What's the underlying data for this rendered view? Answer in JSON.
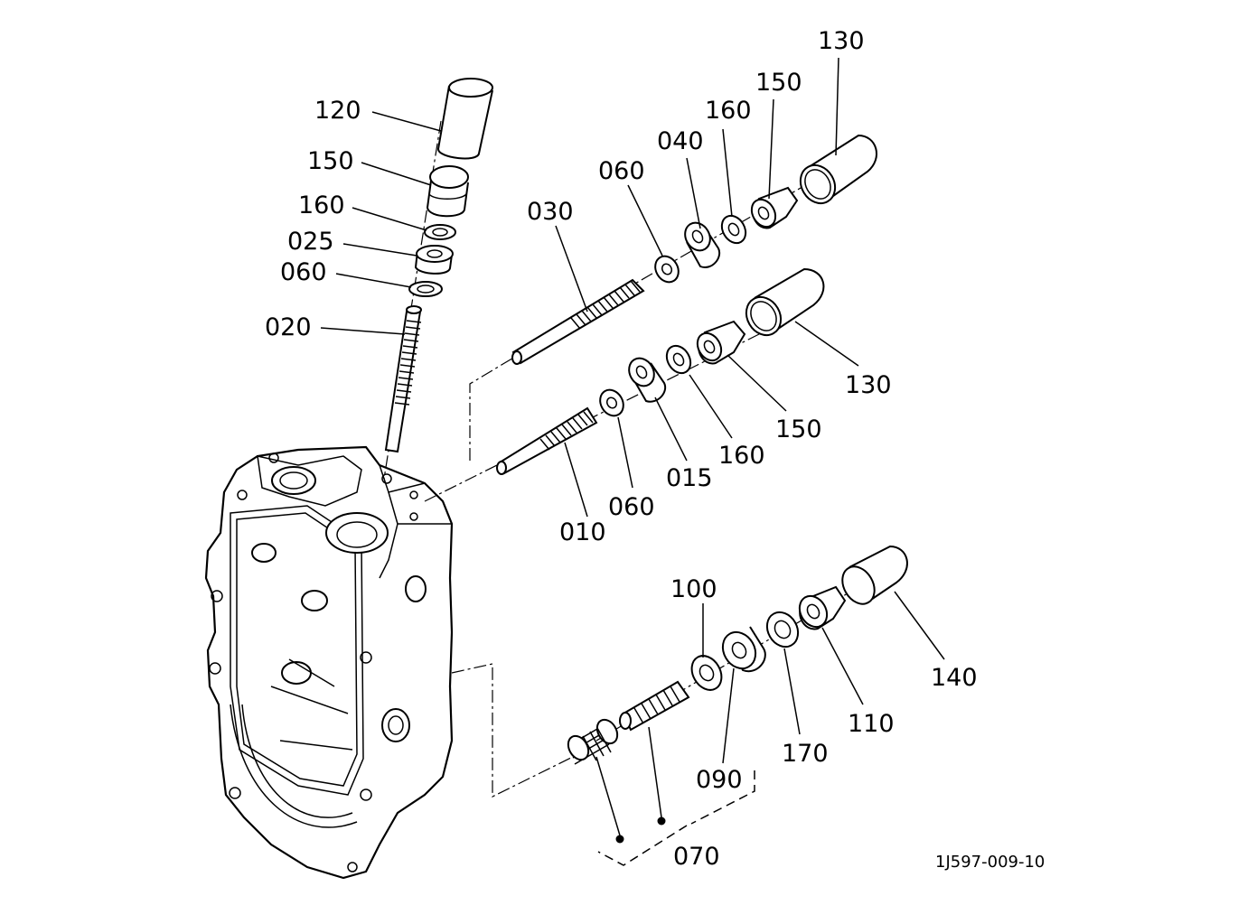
{
  "drawing_code": "1J597-009-10",
  "labels": {
    "l120": "120",
    "l150_top": "150",
    "l160_top": "160",
    "l025": "025",
    "l060_top": "060",
    "l020": "020",
    "l030": "030",
    "l060_mid": "060",
    "l040": "040",
    "l160_mid": "160",
    "l150_mid": "150",
    "l130_top": "130",
    "l130_mid": "130",
    "l150_low": "150",
    "l160_low": "160",
    "l015": "015",
    "l060_low": "060",
    "l010": "010",
    "l100": "100",
    "l140": "140",
    "l110": "110",
    "l170": "170",
    "l090": "090",
    "l070": "070"
  }
}
